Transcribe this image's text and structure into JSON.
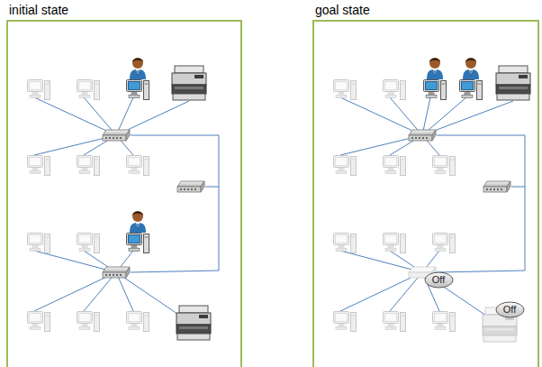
{
  "diagram": {
    "nodes": [
      {
        "text": [
          "initial state"
        ]
      },
      {
        "text": [
          "goal state"
        ]
      },
      {
        "text": [
          "Off"
        ],
        "in": 1
      },
      {
        "text": [
          "Off"
        ],
        "in": 1
      }
    ]
  }
}
